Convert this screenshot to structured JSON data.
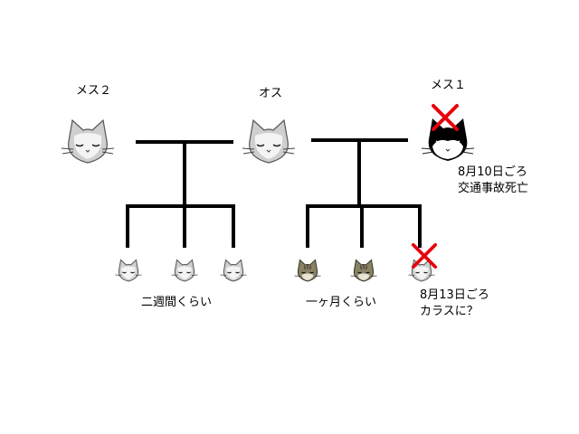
{
  "parents": {
    "mother2": {
      "label": "メス２",
      "icon": "gray-cat-icon"
    },
    "father": {
      "label": "オス",
      "icon": "gray-cat-icon"
    },
    "mother1": {
      "label": "メス１",
      "icon": "black-white-cat-icon",
      "deceased": true,
      "note": [
        "8月10日ごろ",
        "交通事故死亡"
      ]
    }
  },
  "litter_a": {
    "caption": "二週間くらい",
    "kittens": [
      {
        "icon": "gray-kitten-icon"
      },
      {
        "icon": "gray-kitten-icon"
      },
      {
        "icon": "gray-kitten-icon"
      }
    ]
  },
  "litter_b": {
    "caption": "一ヶ月くらい",
    "kittens": [
      {
        "icon": "tabby-kitten-icon"
      },
      {
        "icon": "tabby-kitten-icon"
      },
      {
        "icon": "gray-kitten-icon",
        "deceased": true,
        "note": [
          "8月13日ごろ",
          "カラスに？"
        ]
      }
    ]
  },
  "colors": {
    "line": "#000000",
    "cross": "#e8000c",
    "gray_fur": "#c8c8c8",
    "tabby_fur": "#8a8266",
    "black_fur": "#000000"
  }
}
